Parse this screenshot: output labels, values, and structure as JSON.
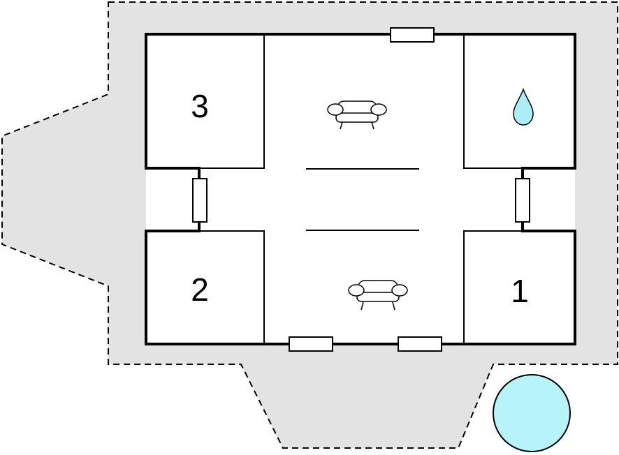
{
  "floorplan": {
    "rooms": [
      {
        "id": "bedroom-3",
        "label": "3"
      },
      {
        "id": "bedroom-2",
        "label": "2"
      },
      {
        "id": "bedroom-1",
        "label": "1"
      },
      {
        "id": "bathroom",
        "label": "",
        "icon": "water-drop-icon"
      },
      {
        "id": "living-upper",
        "label": "",
        "icon": "sofa-icon"
      },
      {
        "id": "living-lower",
        "label": "",
        "icon": "sofa-icon"
      }
    ],
    "features": [
      "terrace",
      "pool",
      "windows"
    ],
    "colors": {
      "terrace": "#e3e3e3",
      "walls": "#000000",
      "pool": "#b6f4f9",
      "water_drop": "#aaeef7",
      "background": "#ffffff"
    }
  }
}
